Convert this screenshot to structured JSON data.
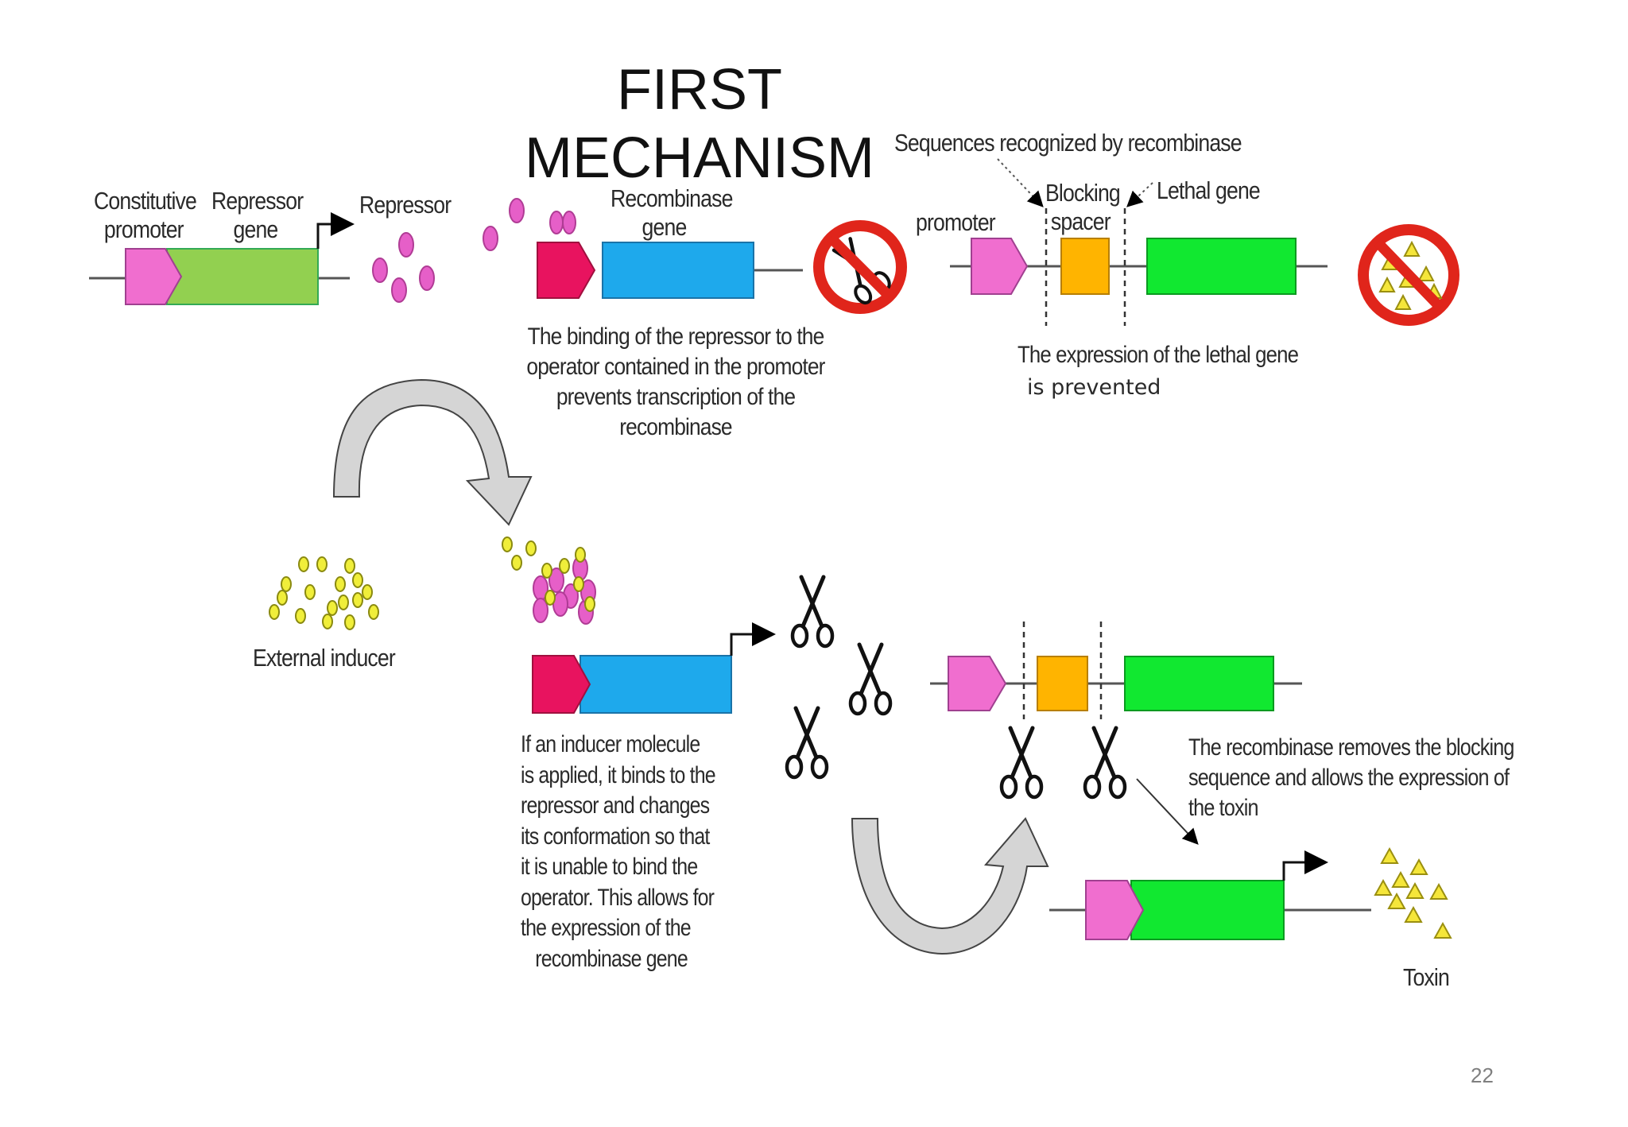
{
  "slide": {
    "title_line1": "FIRST",
    "title_line2": "MECHANISM",
    "page_number": "22"
  },
  "labels": {
    "constitutive_promoter_1": "Constitutive",
    "constitutive_promoter_2": "promoter",
    "repressor_gene_1": "Repressor",
    "repressor_gene_2": "gene",
    "repressor": "Repressor",
    "recombinase_gene_1": "Recombinase",
    "recombinase_gene_2": "gene",
    "sequences_recognized": "Sequences recognized by recombinase",
    "promoter": "promoter",
    "blocking_spacer_1": "Blocking",
    "blocking_spacer_2": "spacer",
    "lethal_gene": "Lethal gene",
    "external_inducer": "External inducer",
    "toxin": "Toxin"
  },
  "paragraphs": {
    "repressor_binding": [
      "The binding of the repressor to the",
      "operator contained in the promoter",
      "prevents transcription of the",
      "recombinase"
    ],
    "lethal_prevented": [
      "The expression of the lethal gene",
      "is prevented"
    ],
    "inducer_applied": [
      "If  an  inducer  molecule",
      "is applied, it binds to the",
      "repressor and changes",
      "its conformation so that",
      "it is  unable  to  bind  the",
      "operator. This allows for",
      "the  expression  of  the",
      "recombinase gene"
    ],
    "recombinase_removes": [
      "The recombinase removes the blocking",
      "sequence and allows the expression of",
      "the toxin"
    ]
  },
  "colors": {
    "constitutive_promoter": "#f06ecf",
    "repressor_gene": "#92d050",
    "repressor_molecule": "#e65fc8",
    "recombinase_promoter": "#e8135f",
    "recombinase_gene": "#1ea9ec",
    "blocking_spacer": "#ffb400",
    "lethal_gene": "#11e830",
    "inducer": "#f0ee3a",
    "toxin": "#f5e63a",
    "no_sign": "#e0251b"
  },
  "icons": [
    "scissors-icon",
    "no-cutting-icon",
    "no-toxin-icon",
    "transcription-arrow-icon",
    "curved-arrow-icon"
  ]
}
